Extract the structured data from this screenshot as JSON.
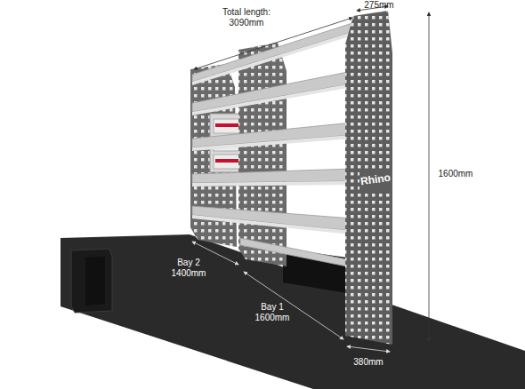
{
  "diagram": {
    "labels": [
      "Total length: 3090mm",
      "275mm",
      "1600mm",
      "Bay 2 1400mm",
      "Bay 1 1600mm",
      "380mm",
      "Rhino"
    ]
  }
}
